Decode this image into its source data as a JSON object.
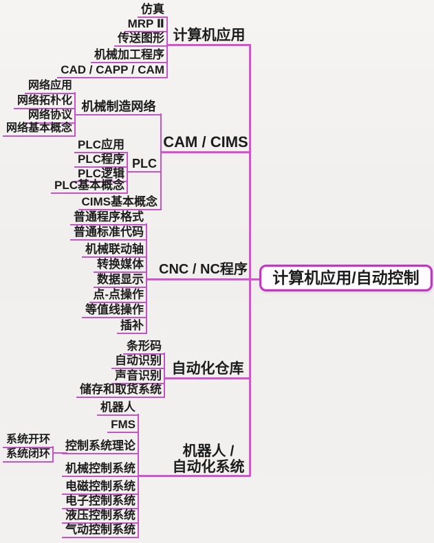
{
  "root_label": "计算机应用/自动控制",
  "branches": [
    {
      "label": "计算机应用",
      "leaves": [
        "仿真",
        "MRP Ⅱ",
        "传送图形",
        "机械加工程序",
        "CAD / CAPP / CAM"
      ]
    },
    {
      "label": "CAM / CIMS",
      "children": [
        {
          "label": "机械制造网络",
          "leaves": [
            "网络应用",
            "网络拓朴化",
            "网络协议",
            "网络基本概念"
          ]
        },
        {
          "label": "PLC",
          "leaves": [
            "PLC应用",
            "PLC程序",
            "PLC逻辑",
            "PLC基本概念"
          ]
        },
        {
          "label": "CIMS基本概念"
        }
      ]
    },
    {
      "label": "CNC / NC程序",
      "leaves": [
        "普通程序格式",
        "普通标准代码",
        "机械联动轴",
        "转换媒体",
        "数据显示",
        "点-点操作",
        "等值线操作",
        "插补"
      ]
    },
    {
      "label": "自动化仓库",
      "leaves": [
        "条形码",
        "自动识别",
        "声音识别",
        "储存和取货系统"
      ]
    },
    {
      "label_line1": "机器人 /",
      "label_line2": "自动化系统",
      "leaves": [
        "机器人",
        "FMS",
        "控制系统理论",
        "机械控制系统",
        "电磁控制系统",
        "电子控制系统",
        "液压控制系统",
        "气动控制系统"
      ],
      "sub_leaves": [
        "系统开环",
        "系统闭环"
      ]
    }
  ],
  "colors": {
    "line": "#c653c6",
    "trunk": "#d84fd0",
    "root_border": "#c432c6",
    "text": "#1c1c1c"
  }
}
